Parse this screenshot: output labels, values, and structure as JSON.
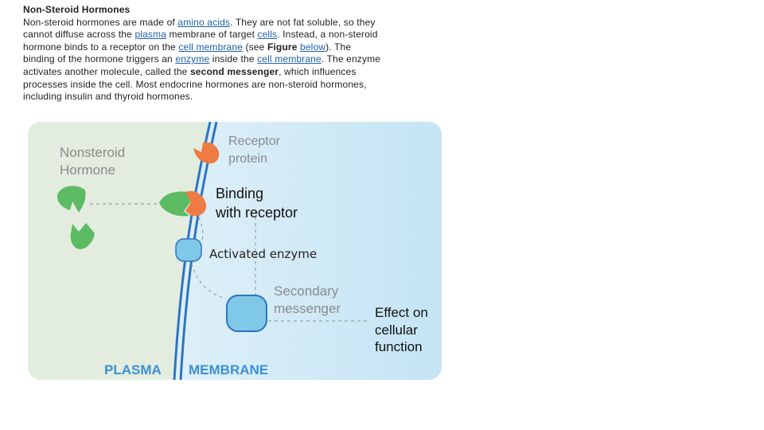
{
  "article": {
    "title": "Non-Steroid Hormones",
    "p_1": "Non-steroid hormones are made of ",
    "link_amino_acids": "amino acids",
    "p_2": ". They are not fat soluble, so they cannot diffuse across the ",
    "link_plasma": "plasma",
    "p_3": " membrane of target ",
    "link_cells": "cells",
    "p_4": ". Instead, a non-steroid hormone binds to a receptor on the ",
    "link_cell_membrane_1": "cell membrane",
    "p_5": " (see ",
    "figure_bold": "Figure",
    "p_6": " ",
    "link_below": "below",
    "p_7": "). The binding of the hormone triggers an ",
    "link_enzyme": "enzyme",
    "p_8": " inside the ",
    "link_cell_membrane_2": "cell membrane",
    "p_9": ". The enzyme activates another molecule, called the ",
    "second_messenger_bold": "second messenger",
    "p_10": ", which influences processes inside the cell. Most endocrine hormones are non-steroid hormones, including insulin and thyroid hormones."
  },
  "diagram": {
    "label_nonsteroid_line1": "Nonsteroid",
    "label_nonsteroid_line2": "Hormone",
    "label_receptor_line1": "Receptor",
    "label_receptor_line2": "protein",
    "label_binding_line1": "Binding",
    "label_binding_line2": "with receptor",
    "label_activated": "Activated enzyme",
    "label_secondary_line1": "Secondary",
    "label_secondary_line2": "messenger",
    "label_effect_line1": "Effect on",
    "label_effect_line2": "cellular",
    "label_effect_line3": "function",
    "label_plasma": "PLASMA",
    "label_membrane": "MEMBRANE",
    "colors": {
      "outside_bg": "#e2ede0",
      "inside_bg": "#c4e4f4",
      "hormone_green": "#5dbb63",
      "receptor_orange": "#ef7a43",
      "enzyme_blue": "#7fc8e8",
      "membrane_blue": "#2f74c0",
      "plasma_text": "#3a8fd6"
    }
  }
}
